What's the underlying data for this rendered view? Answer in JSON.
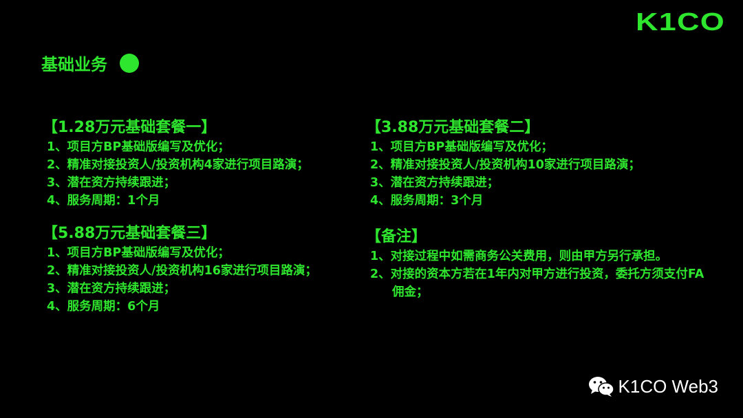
{
  "brand": {
    "logo_text": "K1CO",
    "accent_color": "#2FE62F"
  },
  "section": {
    "title": "基础业务"
  },
  "packages": [
    {
      "title": "【1.28万元基础套餐一】",
      "items": [
        "1、项目方BP基础版编写及优化；",
        "2、精准对接投资人/投资机构4家进行项目路演；",
        "3、潜在资方持续跟进；",
        "4、服务周期：1个月"
      ]
    },
    {
      "title": "【3.88万元基础套餐二】",
      "items": [
        "1、项目方BP基础版编写及优化；",
        "2、精准对接投资人/投资机构10家进行项目路演；",
        "3、潜在资方持续跟进；",
        "4、服务周期：3个月"
      ]
    },
    {
      "title": "【5.88万元基础套餐三】",
      "items": [
        "1、项目方BP基础版编写及优化；",
        "2、精准对接投资人/投资机构16家进行项目路演；",
        "3、潜在资方持续跟进；",
        "4、服务周期：6个月"
      ]
    }
  ],
  "notes": {
    "title": "【备注】",
    "items": [
      "1、对接过程中如需商务公关费用，则由甲方另行承担。",
      "2、对接的资本方若在1年内对甲方进行投资，委托方须支付FA佣金；"
    ]
  },
  "watermark": {
    "icon": "wechat-icon",
    "text": "K1CO Web3"
  }
}
